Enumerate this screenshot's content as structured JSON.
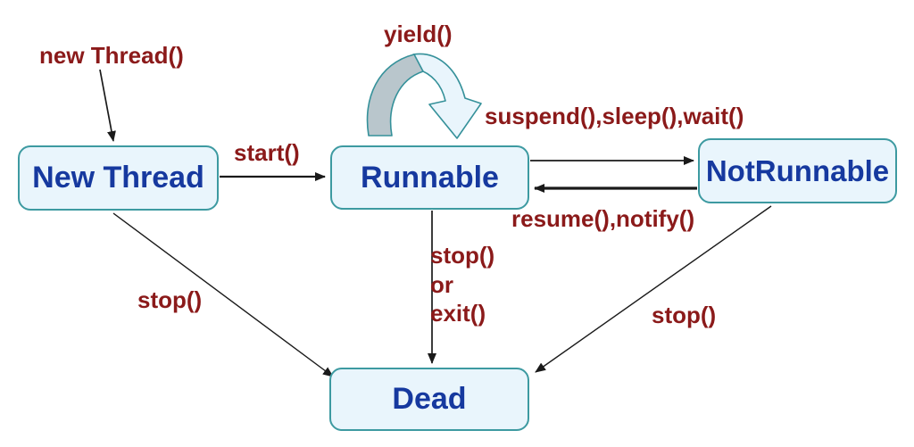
{
  "diagram": {
    "type": "state-diagram",
    "subject": "thread-lifecycle",
    "states": [
      {
        "id": "new-thread",
        "label": "New Thread"
      },
      {
        "id": "runnable",
        "label": "Runnable"
      },
      {
        "id": "not-runnable",
        "label": "NotRunnable"
      },
      {
        "id": "dead",
        "label": "Dead"
      }
    ],
    "transitions": [
      {
        "from": null,
        "to": "new-thread",
        "label": "new Thread()"
      },
      {
        "from": "new-thread",
        "to": "runnable",
        "label": "start()"
      },
      {
        "from": "runnable",
        "to": "runnable",
        "label": "yield()"
      },
      {
        "from": "runnable",
        "to": "not-runnable",
        "label": "suspend(),sleep(),wait()"
      },
      {
        "from": "not-runnable",
        "to": "runnable",
        "label": "resume(),notify()"
      },
      {
        "from": "new-thread",
        "to": "dead",
        "label": "stop()"
      },
      {
        "from": "runnable",
        "to": "dead",
        "label_lines": [
          "stop()",
          "or",
          "exit()"
        ]
      },
      {
        "from": "not-runnable",
        "to": "dead",
        "label": "stop()"
      }
    ],
    "colors": {
      "background": "#ffffff",
      "state_fill": "#e9f5fc",
      "state_border": "#3d9aa1",
      "state_text": "#16399f",
      "transition_label_text": "#8b1a1a",
      "arrow_line": "#1a1a1a",
      "yield_band_gray": "#b9c6cc",
      "yield_band_blue": "#e9f5fc",
      "yield_band_outline": "#35919a"
    }
  }
}
